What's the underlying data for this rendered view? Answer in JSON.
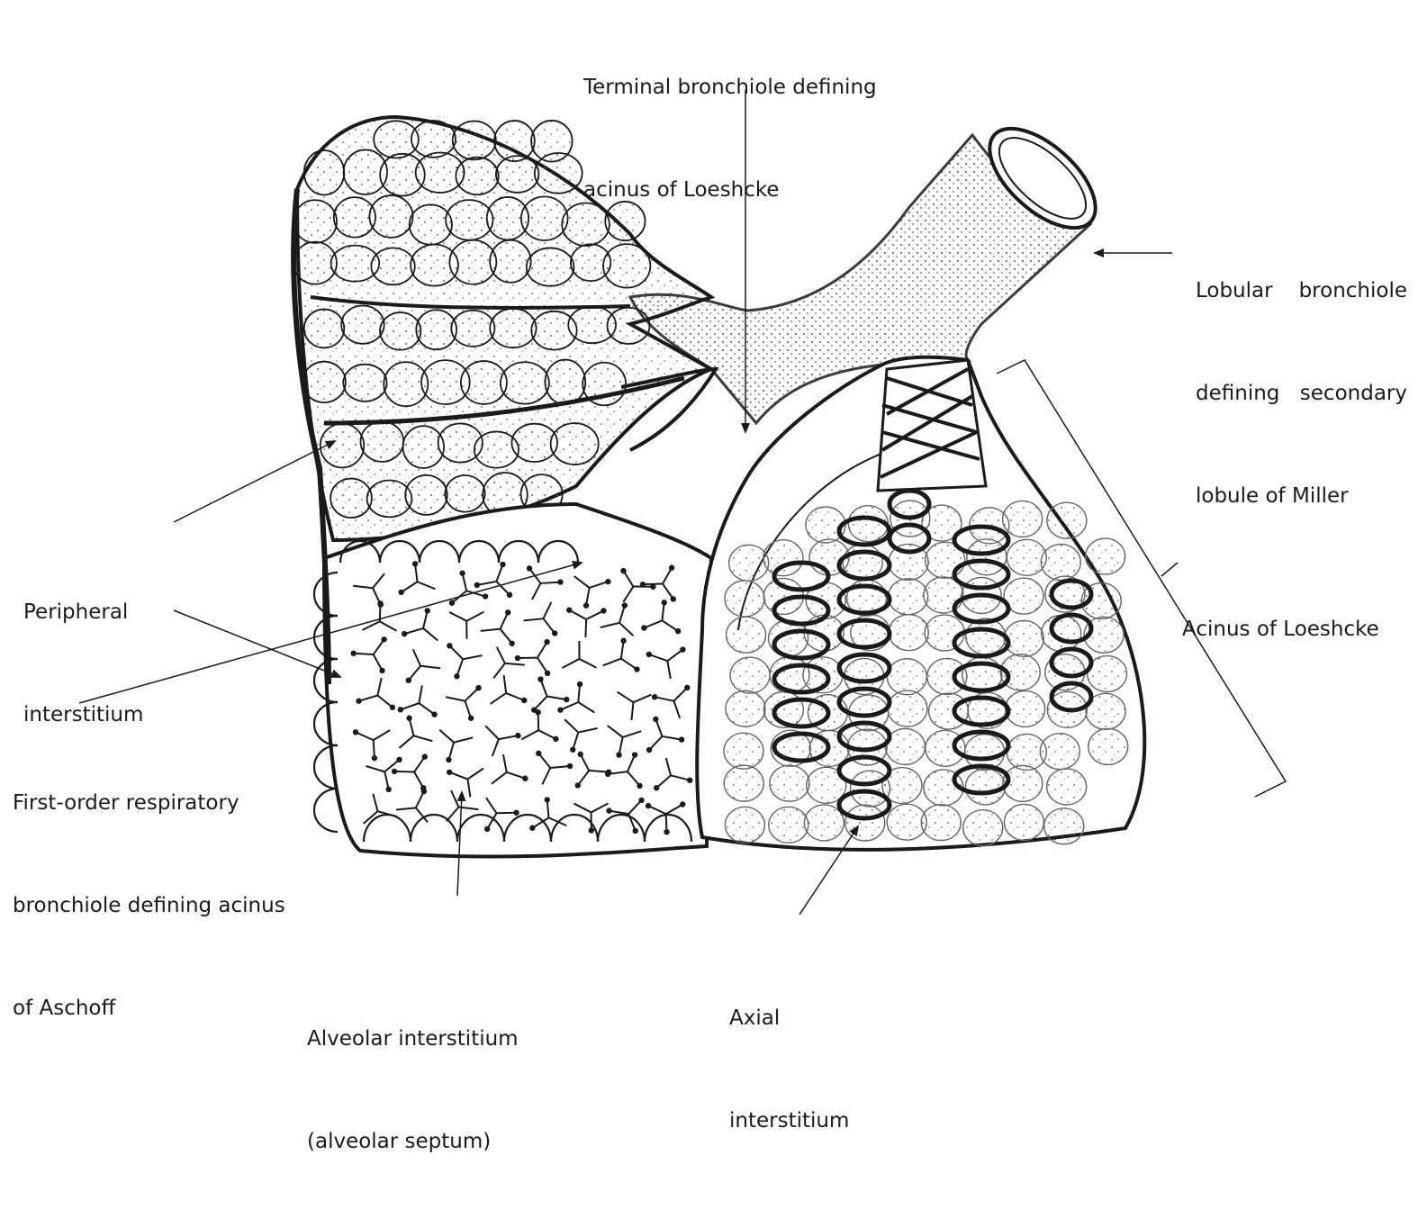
{
  "diagram": {
    "labels": {
      "terminal_bronchiole": [
        "Terminal bronchiole defining",
        "acinus of Loeshcke"
      ],
      "lobular_bronchiole": [
        "Lobular bronchiole",
        "defining secondary",
        "lobule of Miller"
      ],
      "peripheral_interstitium": [
        "Peripheral",
        "interstitium"
      ],
      "first_order_bronchiole": [
        "First-order respiratory",
        "bronchiole defining acinus",
        "of Aschoff"
      ],
      "acinus_loeshcke": [
        "Acinus of Loeshcke"
      ],
      "axial_interstitium": [
        "Axial",
        "interstitium"
      ],
      "alveolar_interstitium": [
        "Alveolar interstitium",
        "(alveolar septum)"
      ]
    },
    "colors": {
      "ink": "#1a1a1a",
      "stipple": "#555555",
      "background": "#ffffff"
    }
  }
}
